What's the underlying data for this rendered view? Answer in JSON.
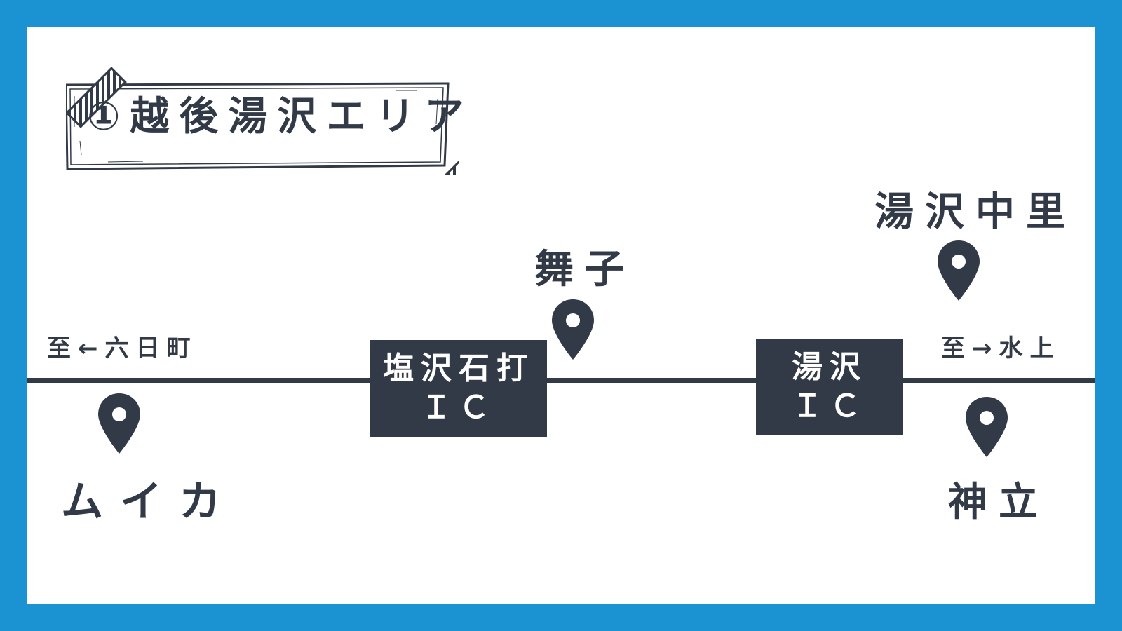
{
  "title": "①越後湯沢エリア",
  "direction_left": "至←六日町",
  "direction_right": "至→水上",
  "interchanges": {
    "shiozawa": {
      "line1": "塩沢石打",
      "line2": "ＩＣ"
    },
    "yuzawa": {
      "line1": "湯沢",
      "line2": "ＩＣ"
    }
  },
  "places": {
    "muika": "ムイカ",
    "maiko": "舞子",
    "nakazato": "湯沢中里",
    "kandatsu": "神立"
  },
  "icons": {
    "pin": "map-pin-icon",
    "tape": "tape-strip-icon"
  },
  "colors": {
    "border": "#1b93d3",
    "background": "#ffffff",
    "ink": "#323a47"
  }
}
